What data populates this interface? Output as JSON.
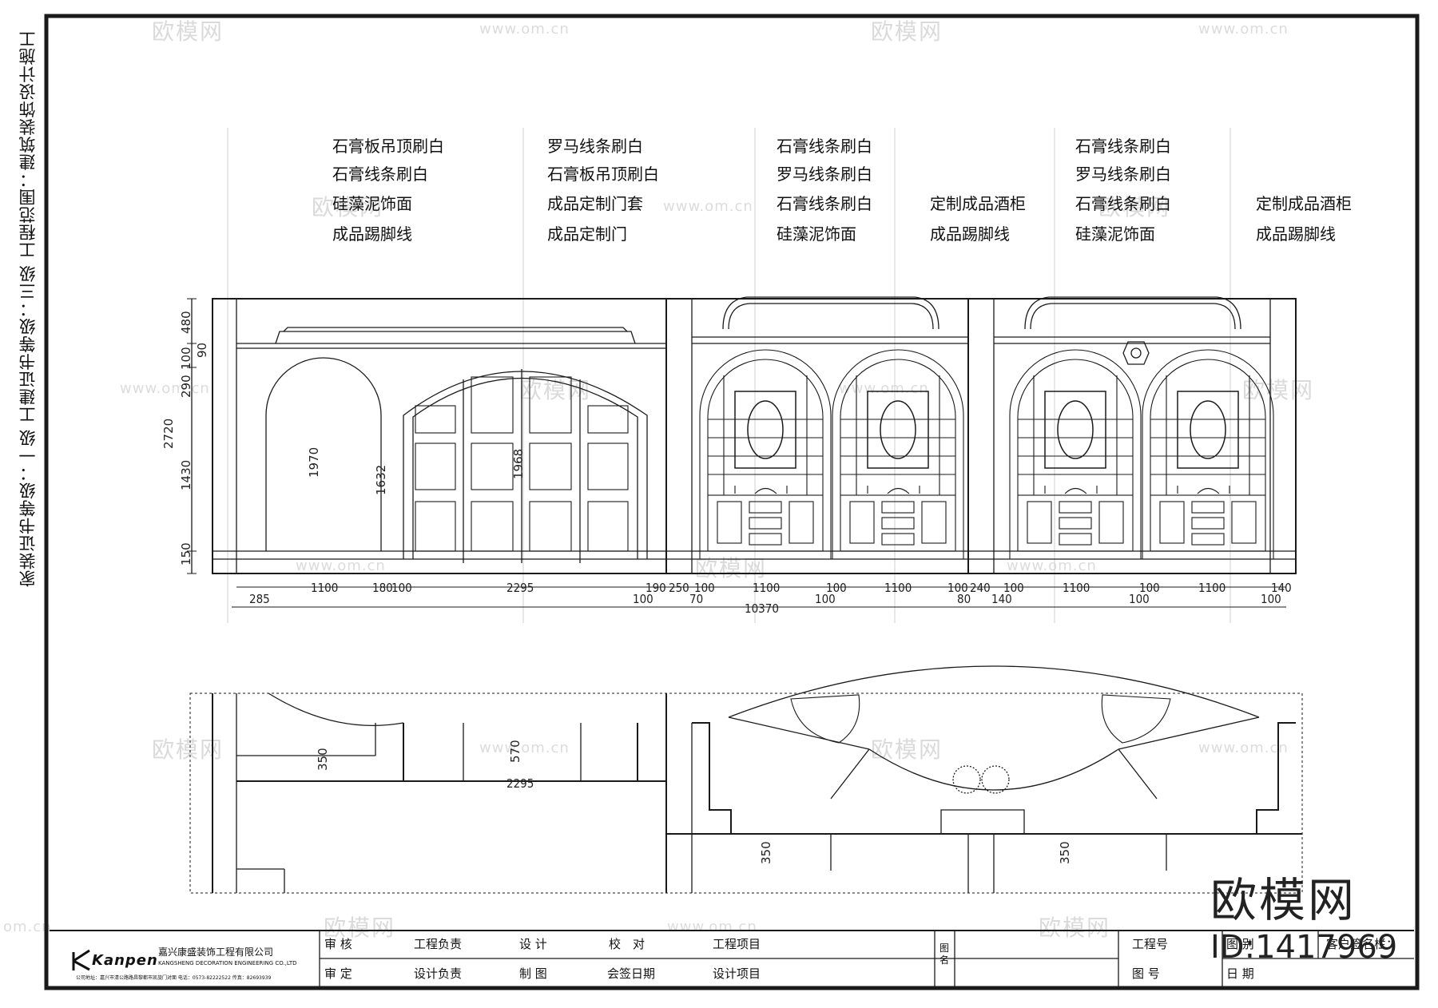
{
  "side_text": "家装证书等级：一级 工建证书等级：三级 工程范围：建筑装饰设计施工",
  "label_columns": [
    {
      "id": "c1",
      "items": [
        "石膏板吊顶刷白",
        "石膏线条刷白",
        "硅藻泥饰面",
        "成品踢脚线"
      ]
    },
    {
      "id": "c2",
      "items": [
        "罗马线条刷白",
        "石膏板吊顶刷白",
        "成品定制门套",
        "成品定制门"
      ]
    },
    {
      "id": "c3",
      "items": [
        "石膏线条刷白",
        "罗马线条刷白",
        "石膏线条刷白",
        "硅藻泥饰面"
      ]
    },
    {
      "id": "c4",
      "items": [
        "定制成品酒柜",
        "成品踢脚线"
      ]
    },
    {
      "id": "c5",
      "items": [
        "石膏线条刷白",
        "罗马线条刷白",
        "石膏线条刷白",
        "硅藻泥饰面"
      ]
    },
    {
      "id": "c6",
      "items": [
        "定制成品酒柜",
        "成品踢脚线"
      ]
    }
  ],
  "elevation_vertical_dims": [
    "480",
    "100",
    "90",
    "290",
    "2720",
    "1430",
    "150"
  ],
  "elevation_inner_dims": [
    "1970",
    "1632",
    "1968"
  ],
  "elevation_bottom_dims_row1": [
    "1100",
    "180",
    "100",
    "2295",
    "190",
    "250",
    "100",
    "1100",
    "100",
    "1100",
    "100",
    "240",
    "100",
    "1100",
    "100",
    "1100",
    "140"
  ],
  "elevation_bottom_dims_row2": [
    "285",
    "100",
    "70",
    "10370",
    "100",
    "80",
    "140",
    "100",
    "100"
  ],
  "plan_dims": [
    "350",
    "570",
    "2295",
    "350",
    "350"
  ],
  "title_block": {
    "company_name": "嘉兴康盛装饰工程有限公司",
    "company_en": "KANGSHENG DECORATION ENGINEERING CO.,LTD",
    "company_address": "公司地址：嘉兴市清公路路昌黎都市凯旋门对面   电话：0573-82222522  传真：82693939",
    "logo_text": "Kanpen",
    "row1": [
      "审 核",
      "工程负责",
      "设 计",
      "校　对",
      "工程项目"
    ],
    "row2": [
      "审 定",
      "设计负责",
      "制 图",
      "会签日期",
      "设计项目"
    ],
    "drawing_name": "图名",
    "project_no": "工程号",
    "drawing_no": "图 号",
    "category": "图 别",
    "date": "日 期",
    "client_sign": "客户签名栏："
  },
  "watermark_text": "欧模网",
  "watermark_url": "www.om.cn",
  "watermark_url_short": "om.cn",
  "big_watermark": "欧模网",
  "big_watermark_id": "ID:1417969"
}
